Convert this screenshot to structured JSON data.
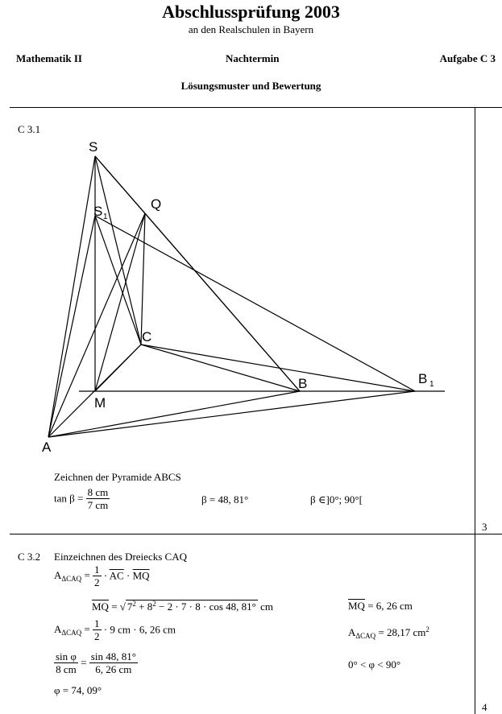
{
  "header": {
    "title": "Abschlussprüfung 2003",
    "subtitle": "an den Realschulen in Bayern",
    "left": "Mathematik II",
    "center": "Nachtermin",
    "right": "Aufgabe C 3",
    "section": "Lösungsmuster und Bewertung"
  },
  "c31": {
    "label": "C 3.1",
    "points": {
      "S": "S",
      "S1": "S",
      "S1_sub": "1",
      "Q": "Q",
      "C": "C",
      "B": "B",
      "B1": "B",
      "B1_sub": "1",
      "M": "M",
      "A": "A"
    },
    "text_draw": "Zeichnen der Pyramide ABCS",
    "tan_lhs": "tan β =",
    "tan_num": "8 cm",
    "tan_den": "7 cm",
    "beta_val": "β = 48, 81°",
    "beta_range": "β ∈]0°; 90°[",
    "score": "3"
  },
  "c32": {
    "label": "C 3.2",
    "text_draw": "Einzeichnen des Dreiecks CAQ",
    "area_lhs": "A",
    "area_sub": "ΔCAQ",
    "half_num": "1",
    "half_den": "2",
    "area_rhs_ac": "AC",
    "area_rhs_mq": "MQ",
    "mq_lhs": "MQ",
    "mq_expr_a": "7",
    "mq_expr_b": "+ 8",
    "mq_expr_c": "− 2 · 7 · 8 · cos 48, 81°",
    "mq_unit": "cm",
    "sq": "2",
    "mq_result_lhs": "MQ",
    "mq_result_rhs": "= 6, 26 cm",
    "area2_rhs": "· 9 cm · 6, 26 cm",
    "area_result": "= 28,17 cm",
    "area_result_sup": "2",
    "sin_num": "sin φ",
    "sin_den": "8 cm",
    "sin_num2": "sin 48, 81°",
    "sin_den2": "6, 26 cm",
    "phi_range": "0° < φ < 90°",
    "phi_val": "φ = 74, 09°",
    "score": "4"
  }
}
